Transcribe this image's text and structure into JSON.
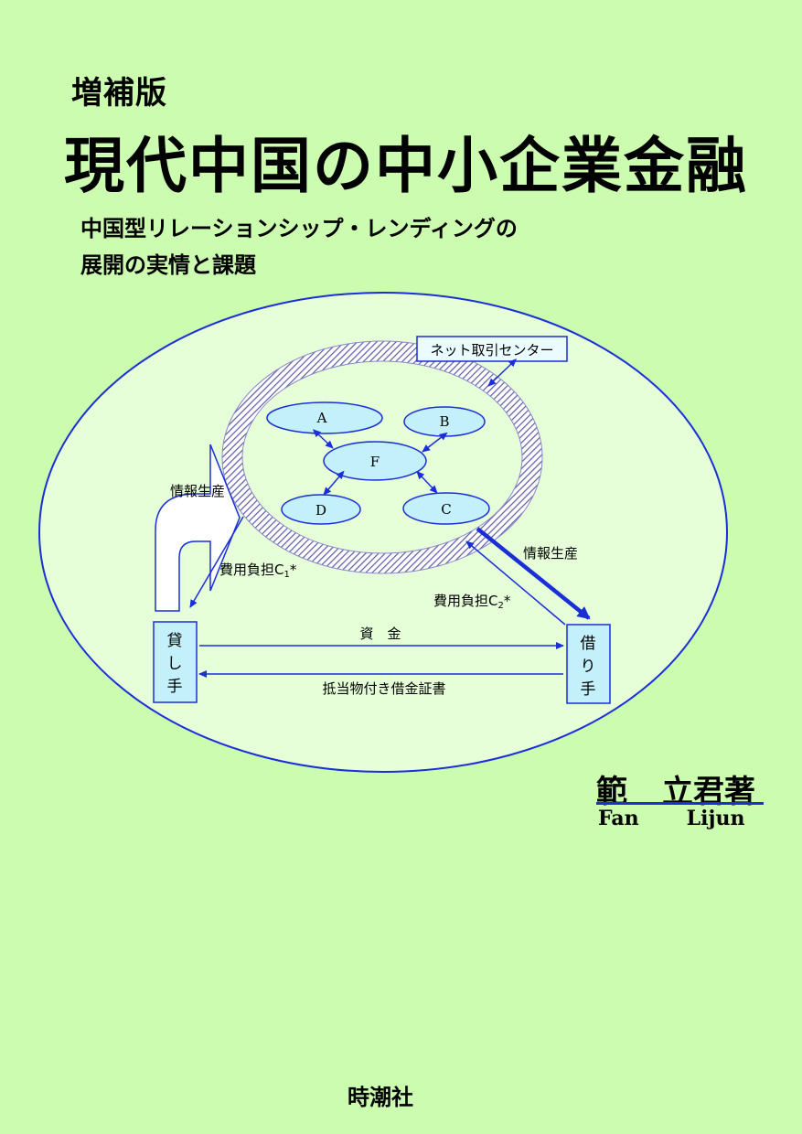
{
  "cover": {
    "edition": "増補版",
    "title": "現代中国の中小企業金融",
    "subtitle_line1": "中国型リレーションシップ・レンディングの",
    "subtitle_line2": "展開の実情と課題"
  },
  "diagram": {
    "center_label": "ネット取引センター",
    "nodes": {
      "a": "A",
      "b": "B",
      "f": "F",
      "d": "D",
      "c": "C"
    },
    "info_production_left": "情報生産",
    "info_production_right": "情報生産",
    "cost_c1": "費用負担C",
    "cost_c1_sub": "1",
    "cost_c2": "費用負担C",
    "cost_c2_sub": "2",
    "asterisk": "*",
    "lender": [
      "貸",
      "し",
      "手"
    ],
    "borrower": [
      "借",
      "り",
      "手"
    ],
    "funds": "資　金",
    "collateral_note": "抵当物付き借金証書"
  },
  "author": {
    "given": "範",
    "family": "立君",
    "suffix": "著",
    "en_first": "Fan",
    "en_last": "Lijun"
  },
  "publisher": "時潮社",
  "colors": {
    "background": "#ccfcaf",
    "ellipse_fill": "#e6ffd9",
    "arrow_blue": "#1a2fd6",
    "node_fill": "#c3f0fa"
  }
}
